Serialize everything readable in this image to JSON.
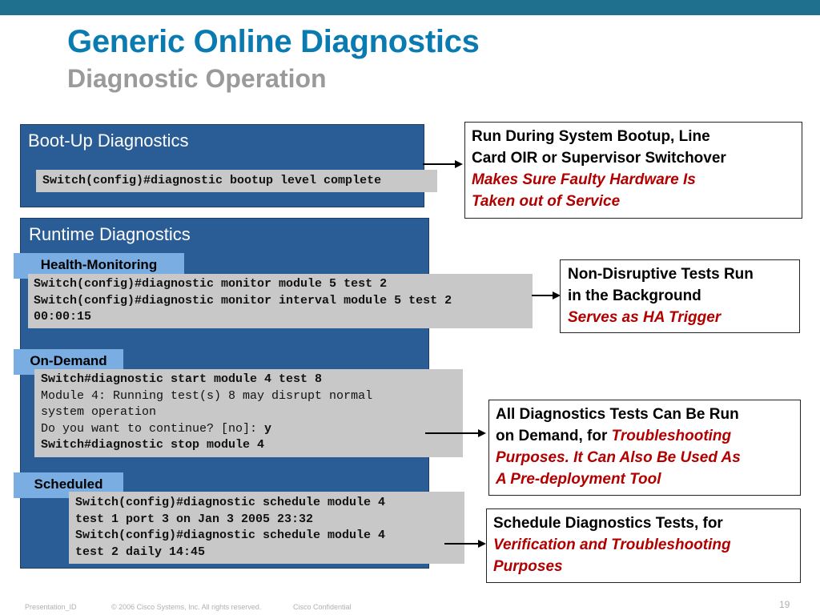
{
  "header": {
    "title": "Generic Online Diagnostics",
    "subtitle": "Diagnostic Operation"
  },
  "bootup": {
    "title": "Boot-Up Diagnostics",
    "code": "Switch(config)#diagnostic bootup level complete",
    "note_line1": "Run During System Bootup, Line",
    "note_line2": "Card OIR or Supervisor Switchover",
    "note_em1": "Makes Sure Faulty Hardware Is",
    "note_em2": "Taken out of Service"
  },
  "runtime": {
    "title": "Runtime Diagnostics"
  },
  "health": {
    "tag": "Health-Monitoring",
    "code1": "Switch(config)#diagnostic monitor module 5 test 2",
    "code2": "Switch(config)#diagnostic monitor interval module 5 test 2",
    "code3": "00:00:15",
    "note_line1": "Non-Disruptive Tests Run",
    "note_line2": "in the Background",
    "note_em": "Serves as HA Trigger"
  },
  "ondemand": {
    "tag": "On-Demand",
    "code1": "Switch#diagnostic start module 4 test 8",
    "code2": "Module 4: Running test(s) 8 may disrupt normal",
    "code3": "system operation",
    "code4_prefix": "Do you want to continue? [no]: ",
    "code4_answer": "y",
    "code5": "Switch#diagnostic stop module 4",
    "note_line1": "All Diagnostics Tests Can Be Run",
    "note_line2_prefix": "on Demand, for ",
    "note_em1": "Troubleshooting",
    "note_em2": "Purposes. It Can Also Be Used As",
    "note_em3": "A Pre-deployment Tool"
  },
  "scheduled": {
    "tag": "Scheduled",
    "code1": "Switch(config)#diagnostic schedule module 4",
    "code2": "test 1 port 3 on Jan 3 2005 23:32",
    "code3": "Switch(config)#diagnostic schedule module 4",
    "code4": "test 2 daily 14:45",
    "note_line1": "Schedule Diagnostics Tests, for",
    "note_em1": "Verification and Troubleshooting",
    "note_em2": "Purposes"
  },
  "footer": {
    "presentation_id": "Presentation_ID",
    "copyright": "© 2006 Cisco Systems, Inc. All rights reserved.",
    "confidential": "Cisco Confidential",
    "page": "19"
  }
}
